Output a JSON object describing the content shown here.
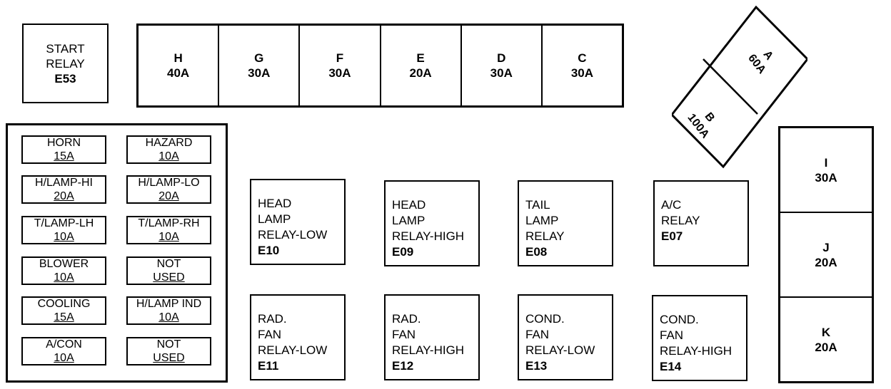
{
  "start_relay": {
    "line1": "START",
    "line2": "RELAY",
    "code": "E53"
  },
  "fuse_row_top": [
    {
      "name": "H",
      "rating": "40A"
    },
    {
      "name": "G",
      "rating": "30A"
    },
    {
      "name": "F",
      "rating": "30A"
    },
    {
      "name": "E",
      "rating": "20A"
    },
    {
      "name": "D",
      "rating": "30A"
    },
    {
      "name": "C",
      "rating": "30A"
    }
  ],
  "fuse_a": {
    "name": "A",
    "rating": "60A"
  },
  "fuse_b": {
    "name": "B",
    "rating": "100A"
  },
  "fuse_right": [
    {
      "name": "I",
      "rating": "30A"
    },
    {
      "name": "J",
      "rating": "20A"
    },
    {
      "name": "K",
      "rating": "20A"
    }
  ],
  "mini_fuses_left": [
    {
      "label": "HORN",
      "rating": "15A"
    },
    {
      "label": "H/LAMP-HI",
      "rating": "20A"
    },
    {
      "label": "T/LAMP-LH",
      "rating": "10A"
    },
    {
      "label": "BLOWER",
      "rating": "10A"
    },
    {
      "label": "COOLING",
      "rating": "15A"
    },
    {
      "label": "A/CON",
      "rating": "10A"
    }
  ],
  "mini_fuses_right": [
    {
      "label": "HAZARD",
      "rating": "10A"
    },
    {
      "label": "H/LAMP-LO",
      "rating": "20A"
    },
    {
      "label": "T/LAMP-RH",
      "rating": "10A"
    },
    {
      "label": "NOT",
      "rating": "USED"
    },
    {
      "label": "H/LAMP IND",
      "rating": "10A"
    },
    {
      "label": "NOT",
      "rating": "USED"
    }
  ],
  "relays_top": [
    {
      "lines": [
        "HEAD",
        "LAMP",
        "RELAY-LOW"
      ],
      "code": "E10"
    },
    {
      "lines": [
        "HEAD",
        "LAMP",
        "RELAY-HIGH"
      ],
      "code": "E09"
    },
    {
      "lines": [
        "TAIL",
        "LAMP",
        "RELAY"
      ],
      "code": "E08"
    },
    {
      "lines": [
        "A/C",
        "RELAY",
        ""
      ],
      "code": "E07"
    }
  ],
  "relays_bottom": [
    {
      "lines": [
        "RAD.",
        "FAN",
        "RELAY-LOW"
      ],
      "code": "E11"
    },
    {
      "lines": [
        "RAD.",
        "FAN",
        "RELAY-HIGH"
      ],
      "code": "E12"
    },
    {
      "lines": [
        "COND.",
        "FAN",
        "RELAY-LOW"
      ],
      "code": "E13"
    },
    {
      "lines": [
        "COND.",
        "FAN",
        "RELAY-HIGH"
      ],
      "code": "E14"
    }
  ]
}
